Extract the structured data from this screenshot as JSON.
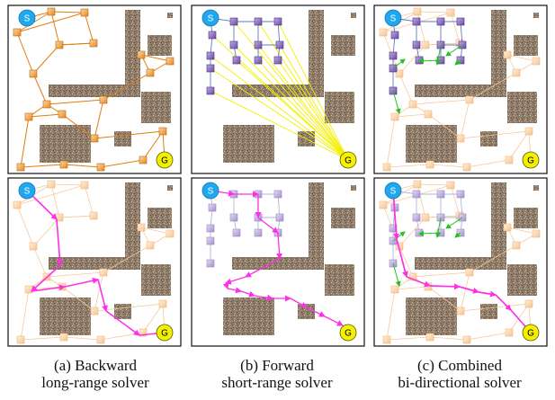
{
  "markers": {
    "start": "S",
    "goal": "G"
  },
  "captions": [
    {
      "line1": "(a) Backward",
      "line2": "long-range solver"
    },
    {
      "line1": "(b) Forward",
      "line2": "short-range solver"
    },
    {
      "line1": "(c) Combined",
      "line2": "bi-directional solver"
    }
  ],
  "colors": {
    "backward_node": "#f0a040",
    "backward_edge": "#e07d10",
    "forward_node": "#7f5fb8",
    "forward_edge": "#5b7ac0",
    "connect_edge": "#f2f000",
    "bridge_edge": "#22c022",
    "path": "#ff2fe8",
    "start": "#1ea8ef",
    "goal": "#f3f000",
    "obstacle": "#8d7a68"
  },
  "panels": [
    {
      "id": "a-top",
      "variant": "backward"
    },
    {
      "id": "b-top",
      "variant": "forward"
    },
    {
      "id": "c-top",
      "variant": "combined"
    },
    {
      "id": "a-bottom",
      "variant": "backward-path"
    },
    {
      "id": "b-bottom",
      "variant": "forward-path"
    },
    {
      "id": "c-bottom",
      "variant": "combined-path"
    }
  ]
}
